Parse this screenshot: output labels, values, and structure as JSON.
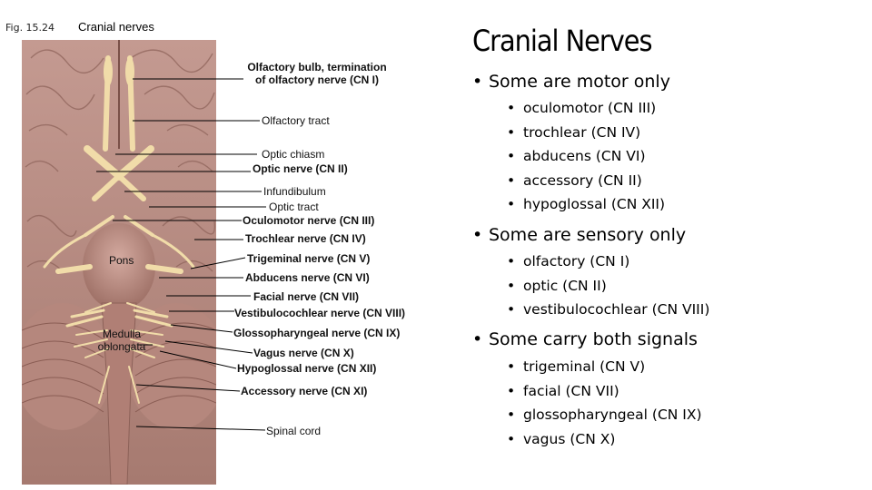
{
  "figure": {
    "number": "Fig. 15.24",
    "title": "Cranial nerves",
    "labels": {
      "olfactory_bulb_1": "Olfactory bulb, termination",
      "olfactory_bulb_2": "of olfactory nerve (CN I)",
      "olfactory_tract": "Olfactory tract",
      "optic_chiasm": "Optic chiasm",
      "optic_nerve": "Optic nerve (CN II)",
      "infundibulum": "Infundibulum",
      "optic_tract": "Optic tract",
      "oculomotor": "Oculomotor nerve (CN III)",
      "trochlear": "Trochlear nerve (CN IV)",
      "pons": "Pons",
      "trigeminal": "Trigeminal nerve (CN V)",
      "abducens": "Abducens nerve (CN VI)",
      "facial": "Facial nerve (CN VII)",
      "vestibulocochlear": "Vestibulocochlear nerve (CN VIII)",
      "medulla_1": "Medulla",
      "medulla_2": "oblongata",
      "glossopharyngeal": "Glossopharyngeal nerve (CN IX)",
      "vagus": "Vagus nerve (CN X)",
      "hypoglossal": "Hypoglossal nerve (CN XII)",
      "accessory": "Accessory nerve (CN XI)",
      "spinal_cord": "Spinal cord"
    }
  },
  "slide": {
    "title": "Cranial Nerves",
    "bullet_glyph": "•",
    "sections": [
      {
        "heading": "Some are motor only",
        "items": [
          "oculomotor (CN III)",
          "trochlear (CN IV)",
          "abducens (CN VI)",
          "accessory (CN II)",
          "hypoglossal (CN XII)"
        ]
      },
      {
        "heading": "Some are sensory only",
        "items": [
          "olfactory (CN I)",
          "optic (CN II)",
          "vestibulocochlear (CN VIII)"
        ]
      },
      {
        "heading": "Some carry both signals",
        "items": [
          "trigeminal (CN V)",
          "facial (CN VII)",
          "glossopharyngeal (CN IX)",
          "vagus (CN X)"
        ]
      }
    ]
  },
  "colors": {
    "brain_base": "#b98f86",
    "brain_dark": "#8c6158",
    "nerve": "#f1dca9",
    "leader": "#000000"
  }
}
